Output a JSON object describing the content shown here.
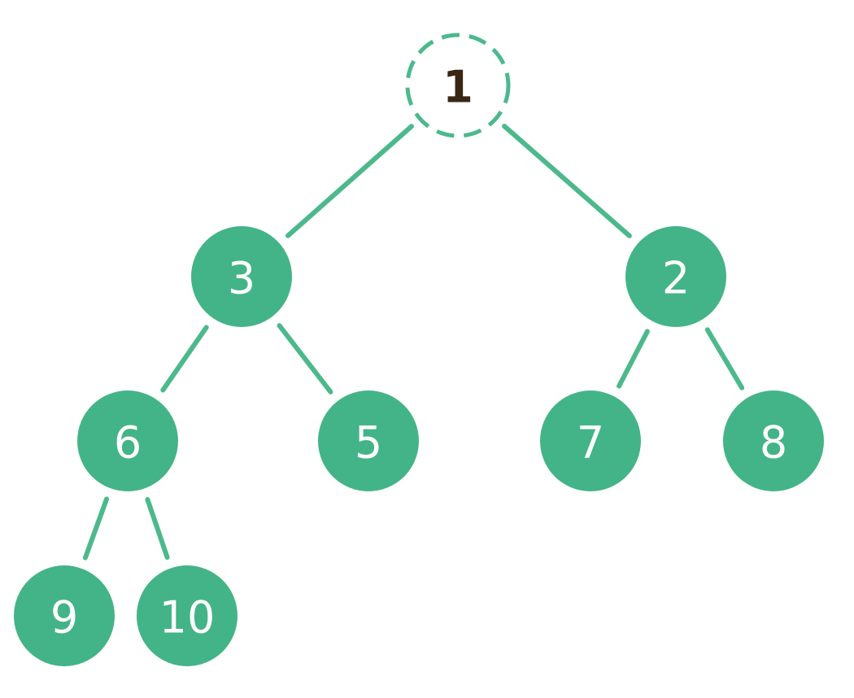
{
  "diagram": {
    "colors": {
      "node_fill": "#43b488",
      "edge": "#4cb98c",
      "root_outline": "#4cb98c",
      "root_text": "#3a2615",
      "node_text": "#ffffff"
    },
    "root": {
      "id": "n1",
      "label": "1",
      "style": "dashed"
    },
    "nodes": [
      {
        "id": "n3",
        "label": "3"
      },
      {
        "id": "n2",
        "label": "2"
      },
      {
        "id": "n6",
        "label": "6"
      },
      {
        "id": "n5",
        "label": "5"
      },
      {
        "id": "n7",
        "label": "7"
      },
      {
        "id": "n8",
        "label": "8"
      },
      {
        "id": "n9",
        "label": "9"
      },
      {
        "id": "n10",
        "label": "10"
      }
    ],
    "edges": [
      [
        "n1",
        "n3"
      ],
      [
        "n1",
        "n2"
      ],
      [
        "n3",
        "n6"
      ],
      [
        "n3",
        "n5"
      ],
      [
        "n2",
        "n7"
      ],
      [
        "n2",
        "n8"
      ],
      [
        "n6",
        "n9"
      ],
      [
        "n6",
        "n10"
      ]
    ]
  }
}
